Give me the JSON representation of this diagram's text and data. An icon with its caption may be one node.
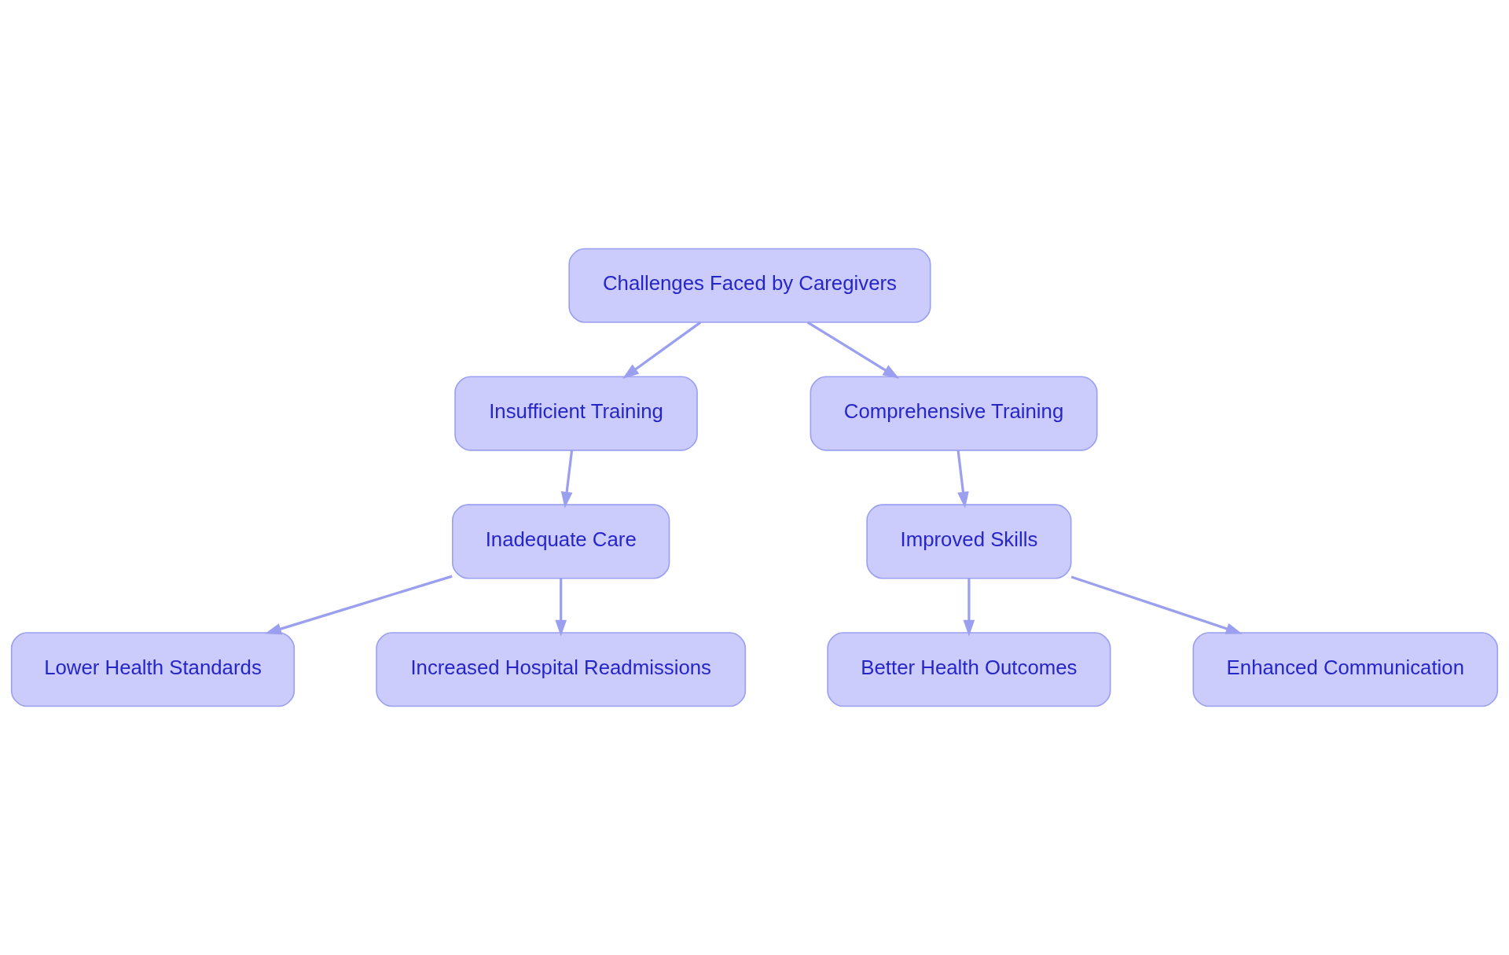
{
  "diagram": {
    "nodes": [
      {
        "text": [
          "Challenges Faced by Caregivers"
        ]
      },
      {
        "text": [
          "Insufficient Training"
        ]
      },
      {
        "text": [
          "Comprehensive Training"
        ]
      },
      {
        "text": [
          "Inadequate Care"
        ]
      },
      {
        "text": [
          "Improved Skills"
        ]
      },
      {
        "text": [
          "Lower Health Standards"
        ]
      },
      {
        "text": [
          "Increased Hospital Readmissions"
        ]
      },
      {
        "text": [
          "Better Health Outcomes"
        ]
      },
      {
        "text": [
          "Enhanced Communication"
        ]
      }
    ],
    "edges": [
      {
        "from": 0,
        "to": 1,
        "arrow": "to"
      },
      {
        "from": 0,
        "to": 2,
        "arrow": "to"
      },
      {
        "from": 1,
        "to": 3,
        "arrow": "to"
      },
      {
        "from": 2,
        "to": 4,
        "arrow": "to"
      },
      {
        "from": 3,
        "to": 5,
        "arrow": "to"
      },
      {
        "from": 3,
        "to": 6,
        "arrow": "to"
      },
      {
        "from": 4,
        "to": 7,
        "arrow": "to"
      },
      {
        "from": 4,
        "to": 8,
        "arrow": "to"
      }
    ]
  }
}
